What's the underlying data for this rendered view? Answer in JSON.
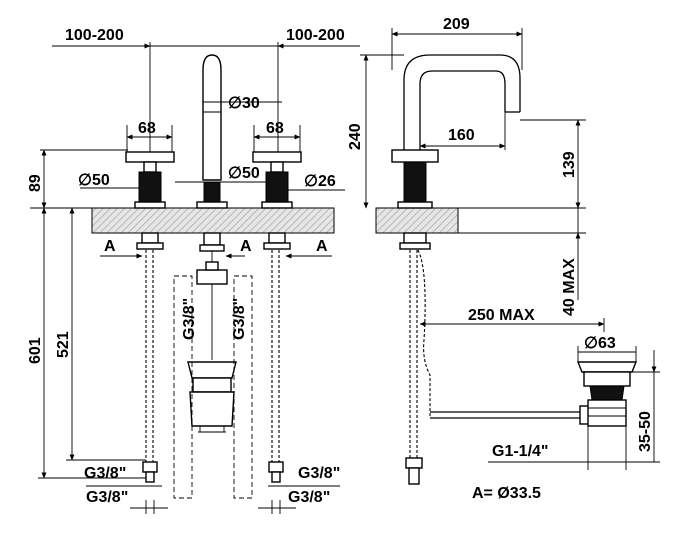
{
  "dimensions": {
    "spacing_left": "100-200",
    "spacing_right": "100-200",
    "spout_diameter": "30",
    "spout_base_diameter": "50",
    "handle_left_width": "68",
    "handle_right_width": "68",
    "handle_left_base": "50",
    "handle_right_base": "26",
    "height_above_deck": "89",
    "total_height": "601",
    "hose_length": "521",
    "section_left": "A",
    "section_center": "A",
    "section_right": "A",
    "thread_left_drain": "G3/8\"",
    "thread_right_drain": "G3/8\"",
    "thread_left_hose": "G3/8\"",
    "thread_right_hose": "G3/8\"",
    "thread_left_bottom": "G3/8\"",
    "thread_right_bottom": "G3/8\"",
    "spout_reach_total": "209",
    "spout_height": "240",
    "spout_reach": "160",
    "spout_clearance": "139",
    "deck_thickness_max": "40 MAX",
    "rod_length_max": "250 MAX",
    "waste_diameter": "63",
    "waste_thread": "G1-1/4\"",
    "waste_range": "35-50",
    "legend": "A= Ø33.5"
  },
  "symbols": {
    "diameter": "∅"
  }
}
